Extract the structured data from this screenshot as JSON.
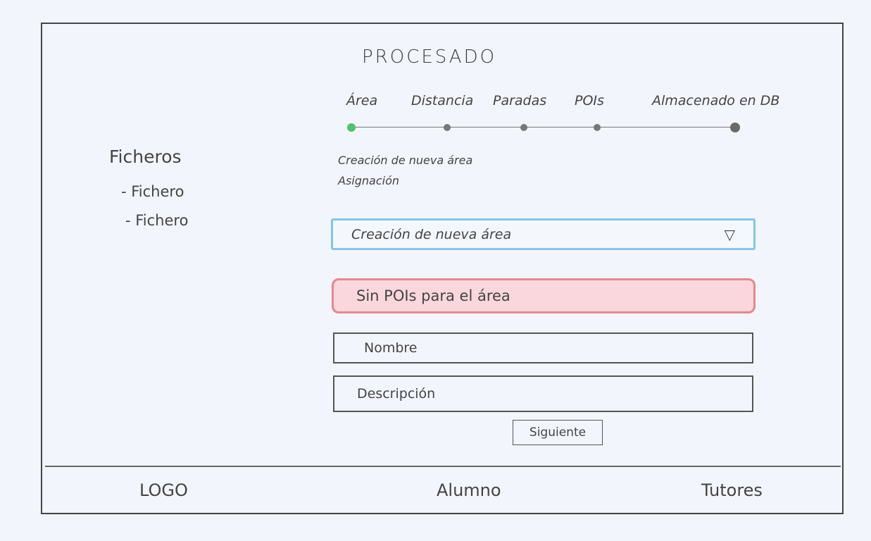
{
  "header": {
    "title": "PROCESADO"
  },
  "stepper": {
    "steps": [
      {
        "label": "Área"
      },
      {
        "label": "Distancia"
      },
      {
        "label": "Paradas"
      },
      {
        "label": "POIs"
      },
      {
        "label": "Almacenado en DB"
      }
    ],
    "active_step": 0,
    "active_color": "#4ec56a"
  },
  "sidebar": {
    "title": "Ficheros",
    "items": [
      {
        "label": "- Fichero"
      },
      {
        "label": "- Fichero"
      }
    ]
  },
  "main": {
    "options": [
      {
        "label": "Creación de nueva área"
      },
      {
        "label": "Asignación"
      }
    ],
    "area_select": {
      "value": "Creación de nueva área",
      "caret": "▽",
      "border_color": "#7fc8e6"
    },
    "alert": {
      "text": "Sin POIs para el área",
      "border_color": "#e8868f",
      "bg_color": "#f9d7dc"
    },
    "name_field": {
      "placeholder": "Nombre"
    },
    "description_field": {
      "placeholder": "Descripción"
    },
    "next_button": {
      "label": "Siguiente"
    }
  },
  "footer": {
    "logo": "LOGO",
    "student": "Alumno",
    "tutors": "Tutores"
  }
}
